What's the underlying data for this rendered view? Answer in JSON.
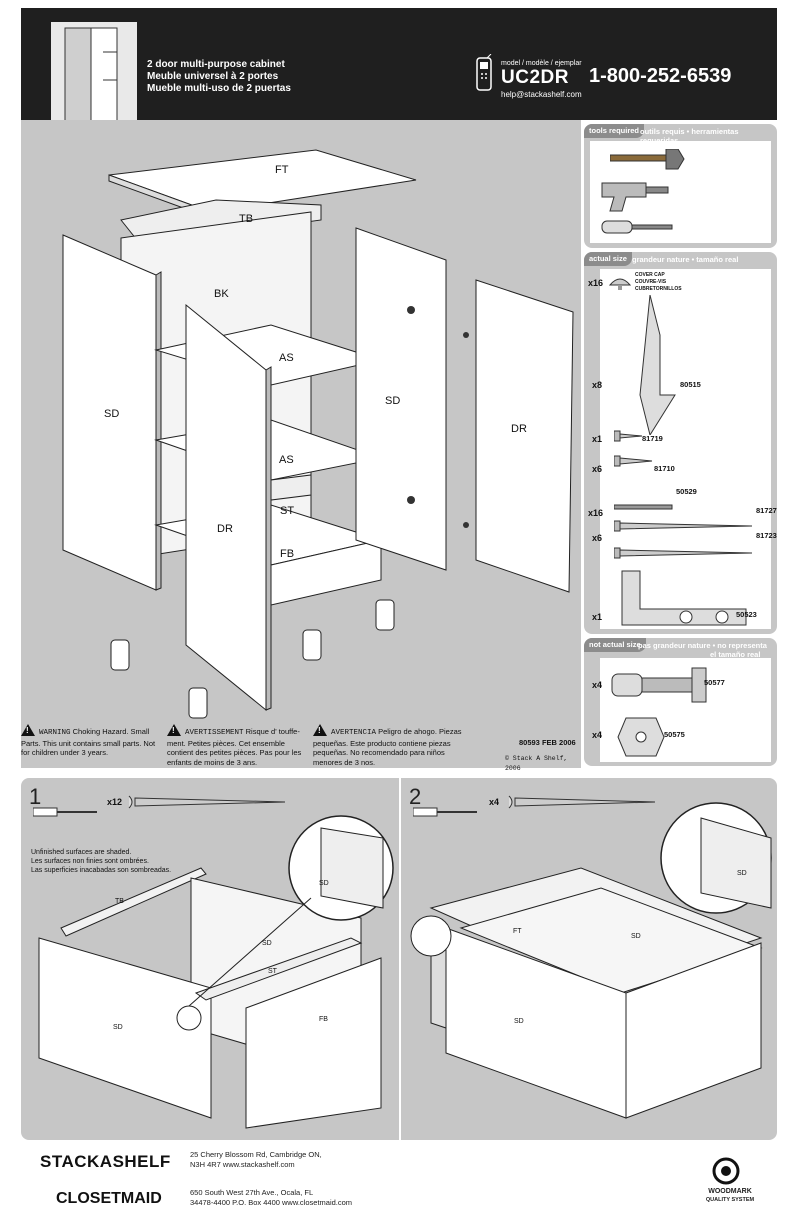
{
  "header": {
    "title_lines": [
      "2 door multi-purpose cabinet",
      "Meuble universel à 2 portes",
      "Mueble multi-uso de 2 puertas"
    ],
    "model_caption": "model / modèle / ejemplar",
    "model": "UC2DR",
    "email": "help@stackashelf.com",
    "phone": "1-800-252-6539"
  },
  "parts_diagram": {
    "labels": {
      "ft": "FT",
      "tb": "TB",
      "bk": "BK",
      "sd_left": "SD",
      "as_top": "AS",
      "as_mid": "AS",
      "st": "ST",
      "fb": "FB",
      "dr_front": "DR",
      "sd_right": "SD",
      "dr_right": "DR"
    }
  },
  "tools": {
    "tag": "tools required",
    "caption": "outils requis • herramientas requeridas",
    "icons": [
      "hammer-icon",
      "drill-icon",
      "screwdriver-icon"
    ]
  },
  "actual_size": {
    "tag": "actual size",
    "caption": "grandeur nature • tamaño real",
    "cover_cap": {
      "qty": "x16",
      "lines": [
        "COVER CAP",
        "COUVRE-VIS",
        "CUBRETORNILLOS"
      ]
    },
    "parts": [
      {
        "qty": "x8",
        "number": "80515"
      },
      {
        "qty": "x1",
        "number": "81719"
      },
      {
        "qty": "x6",
        "number": "81710"
      },
      {
        "qty": "",
        "number": "50529"
      },
      {
        "qty": "x16",
        "number": "81727"
      },
      {
        "qty": "x6",
        "number": "81723"
      },
      {
        "qty": "x1",
        "number": "50523"
      }
    ]
  },
  "not_actual_size": {
    "tag": "not actual size",
    "caption_line1": "pas grandeur nature • no representa",
    "caption_line2": "el tamaño real",
    "parts": [
      {
        "qty": "x4",
        "number": "50577"
      },
      {
        "qty": "x4",
        "number": "50575"
      }
    ]
  },
  "warnings": {
    "en_title": "WARNING",
    "en_text": "Choking Hazard. Small Parts. This unit contains small parts. Not for children under 3 years.",
    "fr_title": "AVERTISSEMENT",
    "fr_text": "Risque d' touffe-ment. Petites pièces. Cet ensemble contient des petites pièces. Pas pour les enfants de moins de 3 ans.",
    "es_title": "AVERTENCIA",
    "es_text": "Peligro de ahogo. Piezas pequeñas. Este producto contiene piezas pequeñas. No recomendado para niños menores de 3 nos.",
    "doc_code": "80593 FEB 2006",
    "copyright": "© Stack A Shelf, 2006"
  },
  "step1": {
    "number": "1",
    "qty": "x12",
    "note_lines": [
      "Unfinished surfaces are shaded.",
      "Les surfaces non finies sont ombrées.",
      "Las superficies inacabadas son sombreadas."
    ],
    "labels": {
      "tb": "TB",
      "sd_back": "SD",
      "st": "ST",
      "sd_left": "SD",
      "fb": "FB",
      "sd_zoom": "SD"
    }
  },
  "step2": {
    "number": "2",
    "qty": "x4",
    "labels": {
      "ft": "FT",
      "sd_back": "SD",
      "sd_front": "SD",
      "sd_zoom": "SD"
    }
  },
  "footer": {
    "brand1": "STACKASHELF",
    "addr1_line1": "25 Cherry Blossom Rd, Cambridge ON,",
    "addr1_line2": "N3H 4R7 www.stackashelf.com",
    "brand2": "CLOSETMAID",
    "addr2_line1": "650 South West 27th Ave., Ocala, FL",
    "addr2_line2": "34478-4400 P.O. Box 4400 www.closetmaid.com",
    "cert_line1": "WOODMARK",
    "cert_line2": "QUALITY SYSTEM"
  }
}
